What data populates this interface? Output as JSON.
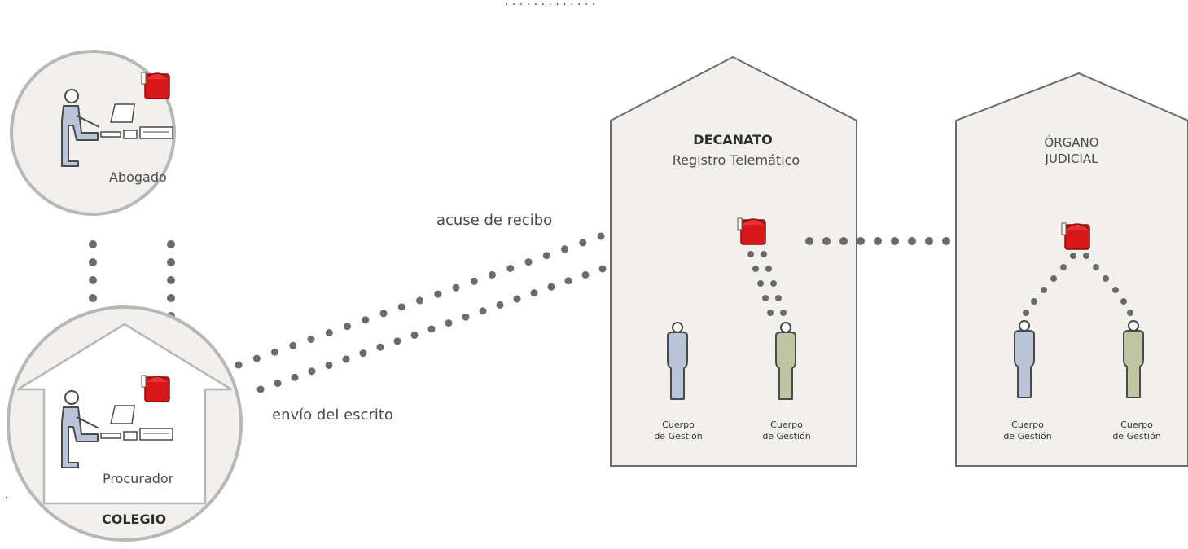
{
  "header_fragment": "· · · · · · · · · · · · ·",
  "abogado": {
    "label": "Abogado"
  },
  "colegio": {
    "person_label": "Procurador",
    "building_label": "COLEGIO"
  },
  "connections": {
    "acuse": "acuse de recibo",
    "envio": "envío del escrito"
  },
  "decanato": {
    "title": "DECANATO",
    "subtitle": "Registro Telemático",
    "person1": {
      "line1": "Cuerpo",
      "line2": "de Gestión"
    },
    "person2": {
      "line1": "Cuerpo",
      "line2": "de Gestión"
    }
  },
  "organo": {
    "title_line1": "ÓRGANO",
    "title_line2": "JUDICIAL",
    "person1": {
      "line1": "Cuerpo",
      "line2": "de Gestión"
    },
    "person2": {
      "line1": "Cuerpo",
      "line2": "de Gestión"
    }
  },
  "colors": {
    "dot": "#6b6b6b",
    "outline": "#b7b7b7",
    "panel_fill": "#f1f0ed",
    "mailbox_red": "#d81818",
    "person_blue": "#b9c4d9",
    "person_green": "#bfc5a3",
    "person_outline": "#4a4a4a"
  }
}
